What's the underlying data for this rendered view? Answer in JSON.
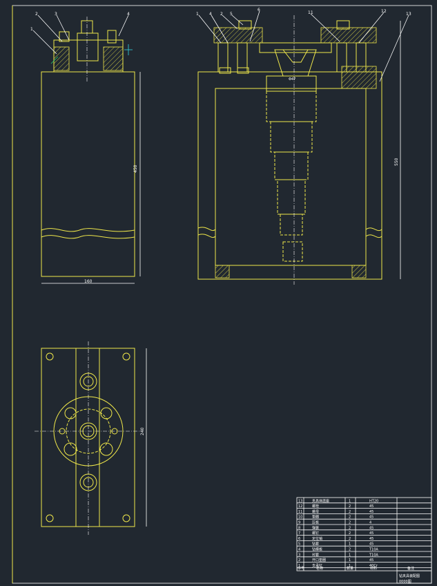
{
  "callouts": {
    "left_view": [
      "1",
      "2",
      "3",
      "4"
    ],
    "front_view": [
      "1",
      "4",
      "2",
      "5",
      "6",
      "11",
      "12",
      "13"
    ]
  },
  "dimensions": {
    "left_height": "450",
    "left_width": "160",
    "front_height": "550",
    "shaft_dia": "Φ47",
    "plan_height": "240"
  },
  "parts_list": {
    "rows": [
      {
        "no": "13",
        "name": "夹具体底座",
        "qty": "1",
        "material": "HT20"
      },
      {
        "no": "12",
        "name": "螺栓",
        "qty": "2",
        "material": "45"
      },
      {
        "no": "11",
        "name": "螺母",
        "qty": "2",
        "material": "45"
      },
      {
        "no": "10",
        "name": "垫圈",
        "qty": "2",
        "material": "45"
      },
      {
        "no": "9",
        "name": "压板",
        "qty": "2",
        "material": "4"
      },
      {
        "no": "8",
        "name": "弹簧",
        "qty": "2",
        "material": "45"
      },
      {
        "no": "7",
        "name": "螺钉",
        "qty": "2",
        "material": "45"
      },
      {
        "no": "6",
        "name": "定位销",
        "qty": "2",
        "material": "45"
      },
      {
        "no": "5",
        "name": "钻套",
        "qty": "1",
        "material": "45"
      },
      {
        "no": "4",
        "name": "钻模板",
        "qty": "2",
        "material": "T10A"
      },
      {
        "no": "3",
        "name": "衬套",
        "qty": "1",
        "material": "T10A"
      },
      {
        "no": "2",
        "name": "开口垫圈",
        "qty": "1",
        "material": "45"
      },
      {
        "no": "1",
        "name": "支承钉",
        "qty": "1",
        "material": "40Cr"
      }
    ],
    "header": {
      "no": "序号",
      "name": "名称",
      "qty": "数量",
      "material": "材料",
      "remark": "备注"
    },
    "title": "钻夹具装配图",
    "drawing_no": "0000图"
  }
}
